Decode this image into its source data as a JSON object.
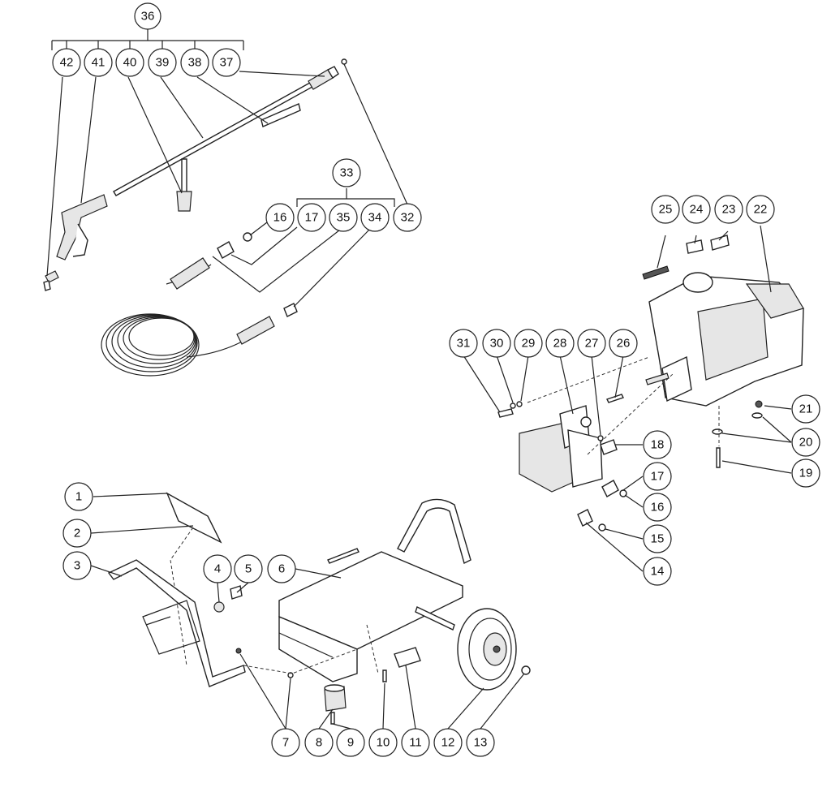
{
  "callouts": [
    {
      "id": "c1",
      "label": "1"
    },
    {
      "id": "c2",
      "label": "2"
    },
    {
      "id": "c3",
      "label": "3"
    },
    {
      "id": "c4",
      "label": "4"
    },
    {
      "id": "c5",
      "label": "5"
    },
    {
      "id": "c6",
      "label": "6"
    },
    {
      "id": "c7",
      "label": "7"
    },
    {
      "id": "c8",
      "label": "8"
    },
    {
      "id": "c9",
      "label": "9"
    },
    {
      "id": "c10",
      "label": "10"
    },
    {
      "id": "c11",
      "label": "11"
    },
    {
      "id": "c12",
      "label": "12"
    },
    {
      "id": "c13",
      "label": "13"
    },
    {
      "id": "c14",
      "label": "14"
    },
    {
      "id": "c15",
      "label": "15"
    },
    {
      "id": "c16a",
      "label": "16"
    },
    {
      "id": "c16b",
      "label": "16"
    },
    {
      "id": "c17a",
      "label": "17"
    },
    {
      "id": "c17b",
      "label": "17"
    },
    {
      "id": "c18",
      "label": "18"
    },
    {
      "id": "c19",
      "label": "19"
    },
    {
      "id": "c20",
      "label": "20"
    },
    {
      "id": "c21",
      "label": "21"
    },
    {
      "id": "c22",
      "label": "22"
    },
    {
      "id": "c23",
      "label": "23"
    },
    {
      "id": "c24",
      "label": "24"
    },
    {
      "id": "c25",
      "label": "25"
    },
    {
      "id": "c26",
      "label": "26"
    },
    {
      "id": "c27",
      "label": "27"
    },
    {
      "id": "c28",
      "label": "28"
    },
    {
      "id": "c29",
      "label": "29"
    },
    {
      "id": "c30",
      "label": "30"
    },
    {
      "id": "c31",
      "label": "31"
    },
    {
      "id": "c32",
      "label": "32"
    },
    {
      "id": "c33",
      "label": "33"
    },
    {
      "id": "c34",
      "label": "34"
    },
    {
      "id": "c35",
      "label": "35"
    },
    {
      "id": "c36",
      "label": "36"
    },
    {
      "id": "c37",
      "label": "37"
    },
    {
      "id": "c38",
      "label": "38"
    },
    {
      "id": "c39",
      "label": "39"
    },
    {
      "id": "c40",
      "label": "40"
    },
    {
      "id": "c41",
      "label": "41"
    },
    {
      "id": "c42",
      "label": "42"
    }
  ],
  "icons": {
    "decal": "decal-label",
    "engine": "gas-engine",
    "pump": "pressure-pump",
    "wheel": "wheel-tire",
    "handle": "cart-handle",
    "frame": "cart-frame",
    "spray_gun": "spray-gun",
    "hose": "high-pressure-hose"
  }
}
